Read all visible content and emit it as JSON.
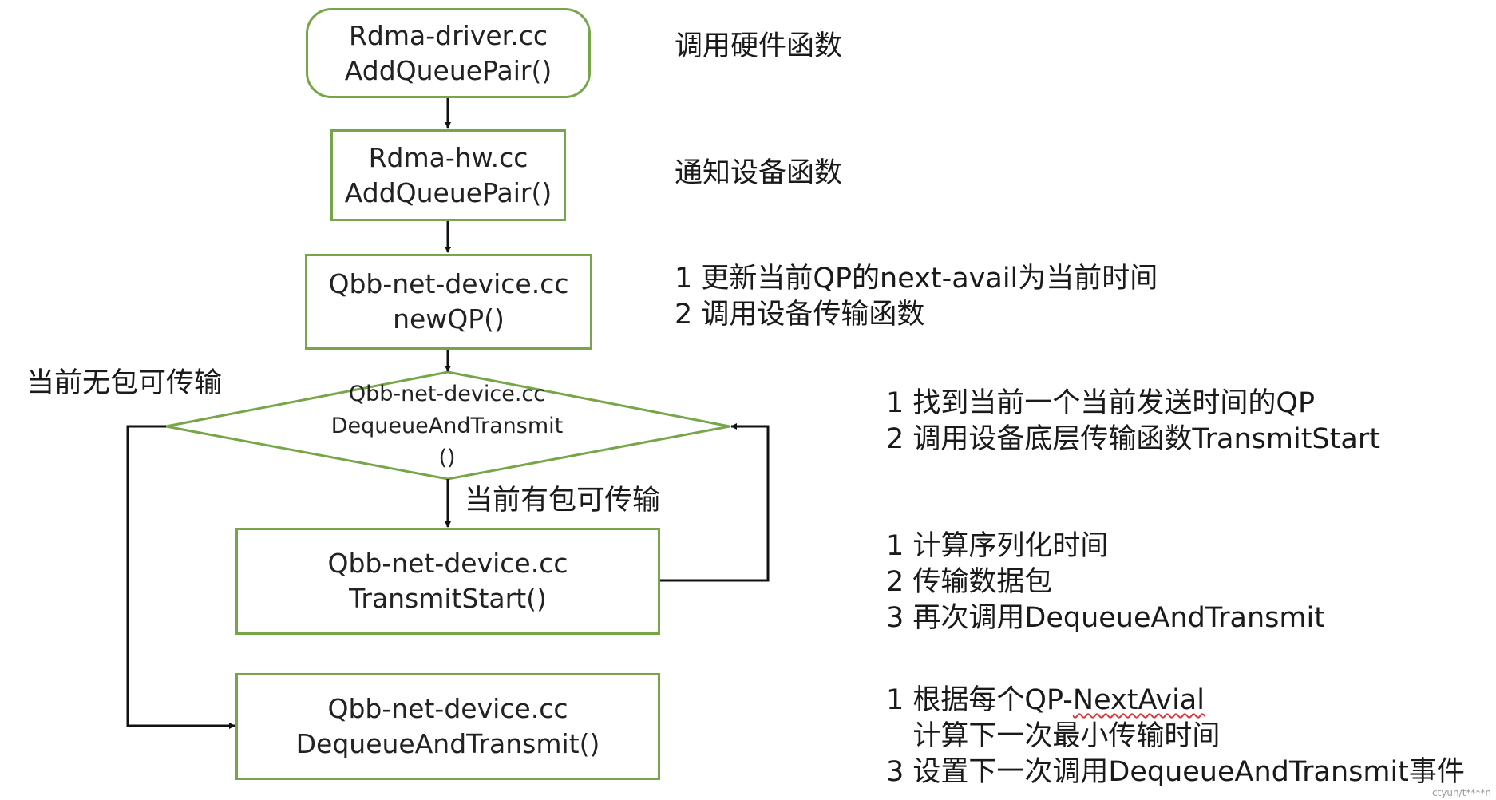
{
  "nodes": {
    "driver": {
      "file": "Rdma-driver.cc",
      "func": "AddQueuePair()"
    },
    "hw": {
      "file": "Rdma-hw.cc",
      "func": "AddQueuePair()"
    },
    "newqp": {
      "file": "Qbb-net-device.cc",
      "func": "newQP()"
    },
    "decision": {
      "file": "Qbb-net-device.cc",
      "func": "DequeueAndTransmit",
      "paren": "()"
    },
    "transmit": {
      "file": "Qbb-net-device.cc",
      "func": "TransmitStart()"
    },
    "dequeue": {
      "file": "Qbb-net-device.cc",
      "func": "DequeueAndTransmit()"
    }
  },
  "edge_labels": {
    "no_packet": "当前无包可传输",
    "has_packet": "当前有包可传输"
  },
  "notes": {
    "driver": [
      "调用硬件函数"
    ],
    "hw": [
      "通知设备函数"
    ],
    "newqp": [
      "1 更新当前QP的next-avail为当前时间",
      "2 调用设备传输函数"
    ],
    "decision": [
      "1 找到当前一个当前发送时间的QP",
      "2 调用设备底层传输函数TransmitStart"
    ],
    "transmit": [
      "1 计算序列化时间",
      "2 传输数据包",
      "3 再次调用DequeueAndTransmit"
    ],
    "dequeue": {
      "line1_prefix": "1 根据每个QP-",
      "line1_word": "NextAvial",
      "line2": "   计算下一次最小传输时间",
      "line3": "3 设置下一次调用DequeueAndTransmit事件"
    }
  },
  "watermark": "ctyun/t****n",
  "colors": {
    "node_border": "#77a64a",
    "arrow": "#111111"
  }
}
